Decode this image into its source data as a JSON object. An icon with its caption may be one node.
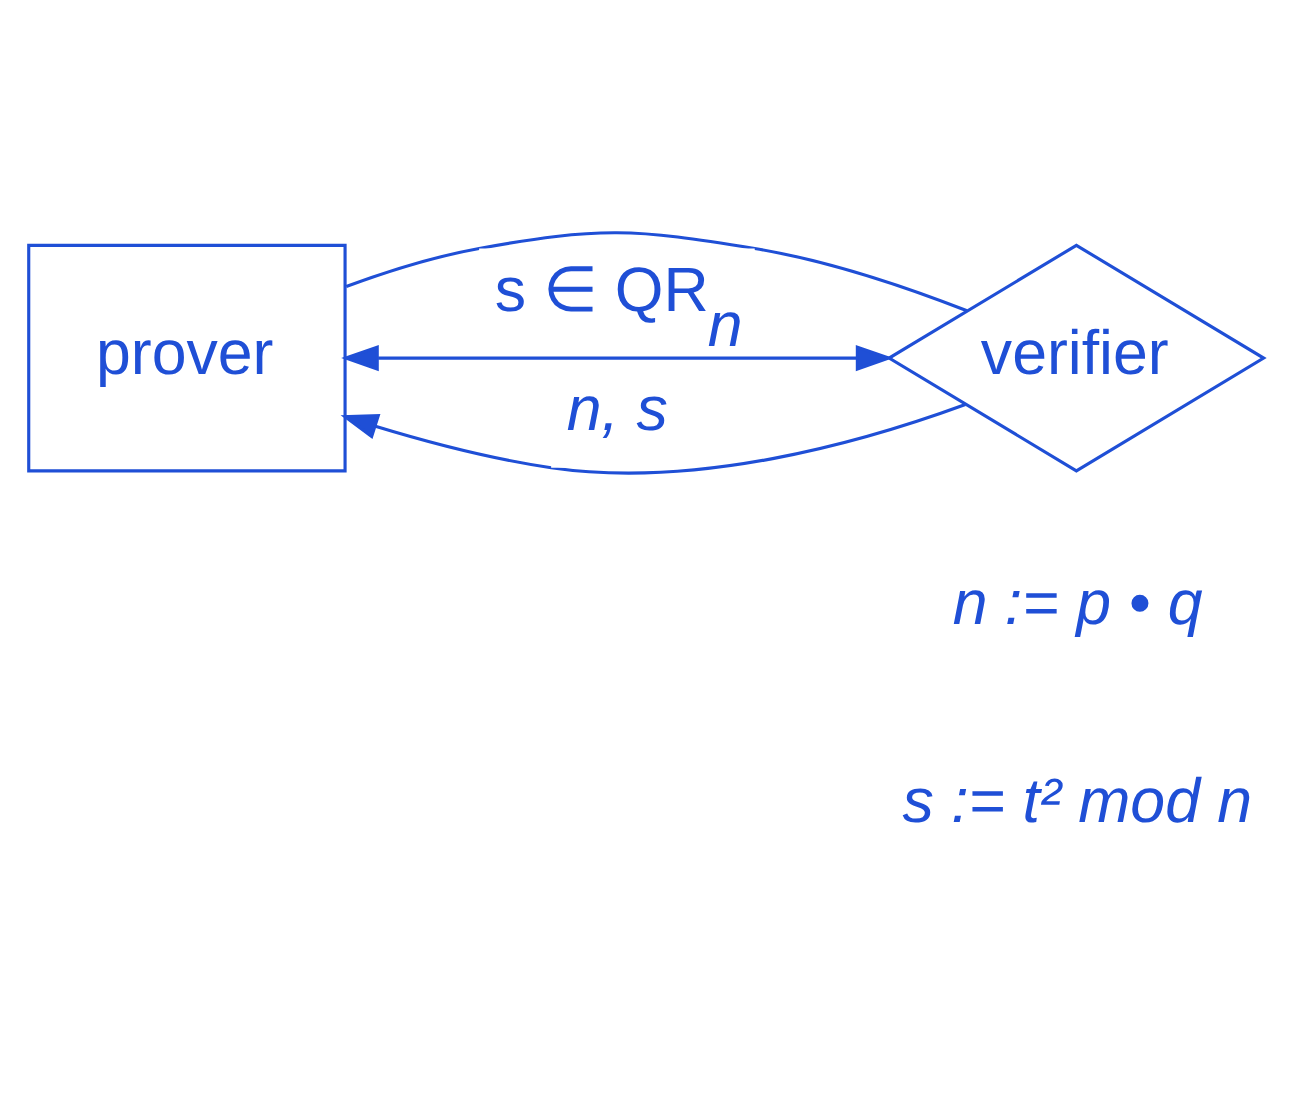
{
  "diagram": {
    "nodes": [
      {
        "text": [
          "prover"
        ]
      },
      {
        "text": [
          "verifier"
        ]
      }
    ],
    "edges": [
      {
        "from": 0,
        "to": 1,
        "arrow": "none"
      },
      {
        "from": 1,
        "to": 0,
        "arrow": "to",
        "label": "n, s"
      },
      {
        "from": 0,
        "to": 1,
        "arrow": "both",
        "label": "s ∈ QR$_{n}$"
      }
    ],
    "labels": [
      "n := p • q",
      "s := t² mod n"
    ]
  }
}
